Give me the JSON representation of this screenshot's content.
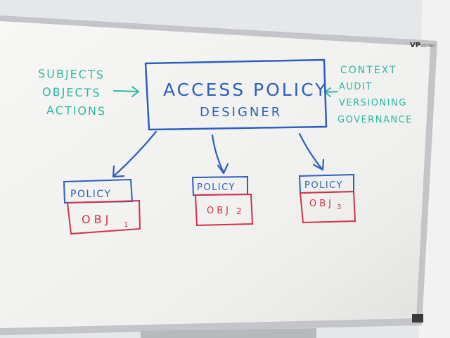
{
  "board": {
    "brand": "VP",
    "brand_sub": "VIZ-PRO"
  },
  "left_inputs": [
    "SUBJECTS",
    "OBJECTS",
    "ACTIONS"
  ],
  "right_inputs": [
    "CONTEXT",
    "AUDIT",
    "VERSIONING",
    "GOVERNANCE"
  ],
  "main_box": {
    "line1": "ACCESS POLICY",
    "line2": "DESIGNER"
  },
  "policy_boxes": [
    {
      "label": "POLICY",
      "obj": "OBJ",
      "sub": "1"
    },
    {
      "label": "POLICY",
      "obj": "OBJ",
      "sub": "2"
    },
    {
      "label": "POLICY",
      "obj": "OBJ",
      "sub": "3"
    }
  ],
  "colors": {
    "blue_marker": "#2d5fbf",
    "green_marker": "#2fb8a6",
    "red_marker": "#d2324a",
    "board": "#f4f4f2",
    "frame": "#c9cbce"
  }
}
